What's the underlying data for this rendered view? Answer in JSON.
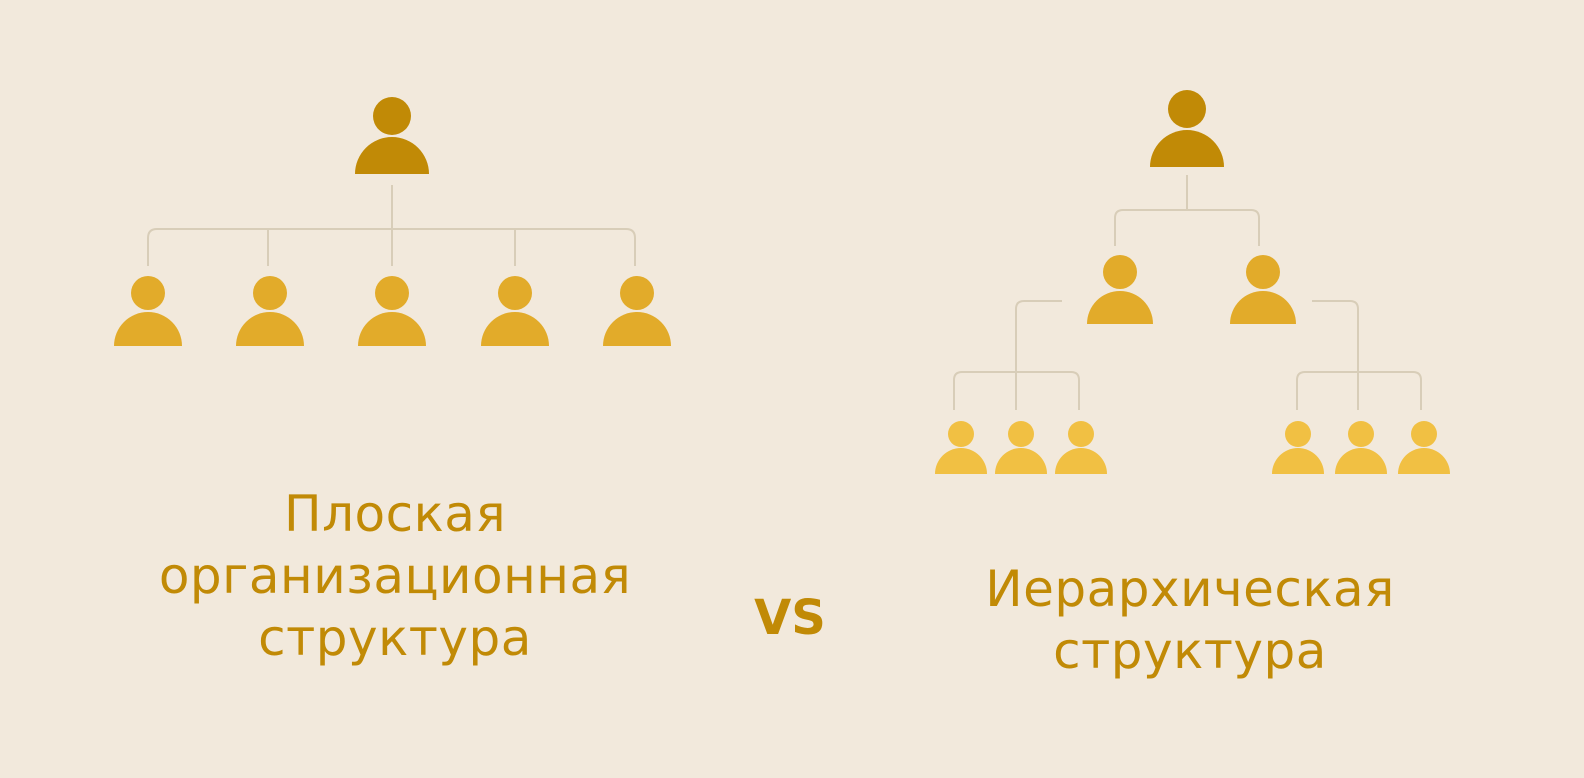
{
  "colors": {
    "background": "#f2e9dc",
    "leader": "#c18a06",
    "level2": "#e2ab2a",
    "level3": "#f1c043",
    "connector": "#d8cdb8",
    "text": "#c18a06"
  },
  "icon_name": "person-icon",
  "flat": {
    "caption_lines": [
      "Плоская",
      "организационная",
      "структура"
    ],
    "subordinate_count": 5
  },
  "versus": "VS",
  "hierarchical": {
    "caption_lines": [
      "Иерархическая",
      "структура"
    ],
    "managers_count": 2,
    "members_per_team": 3
  }
}
